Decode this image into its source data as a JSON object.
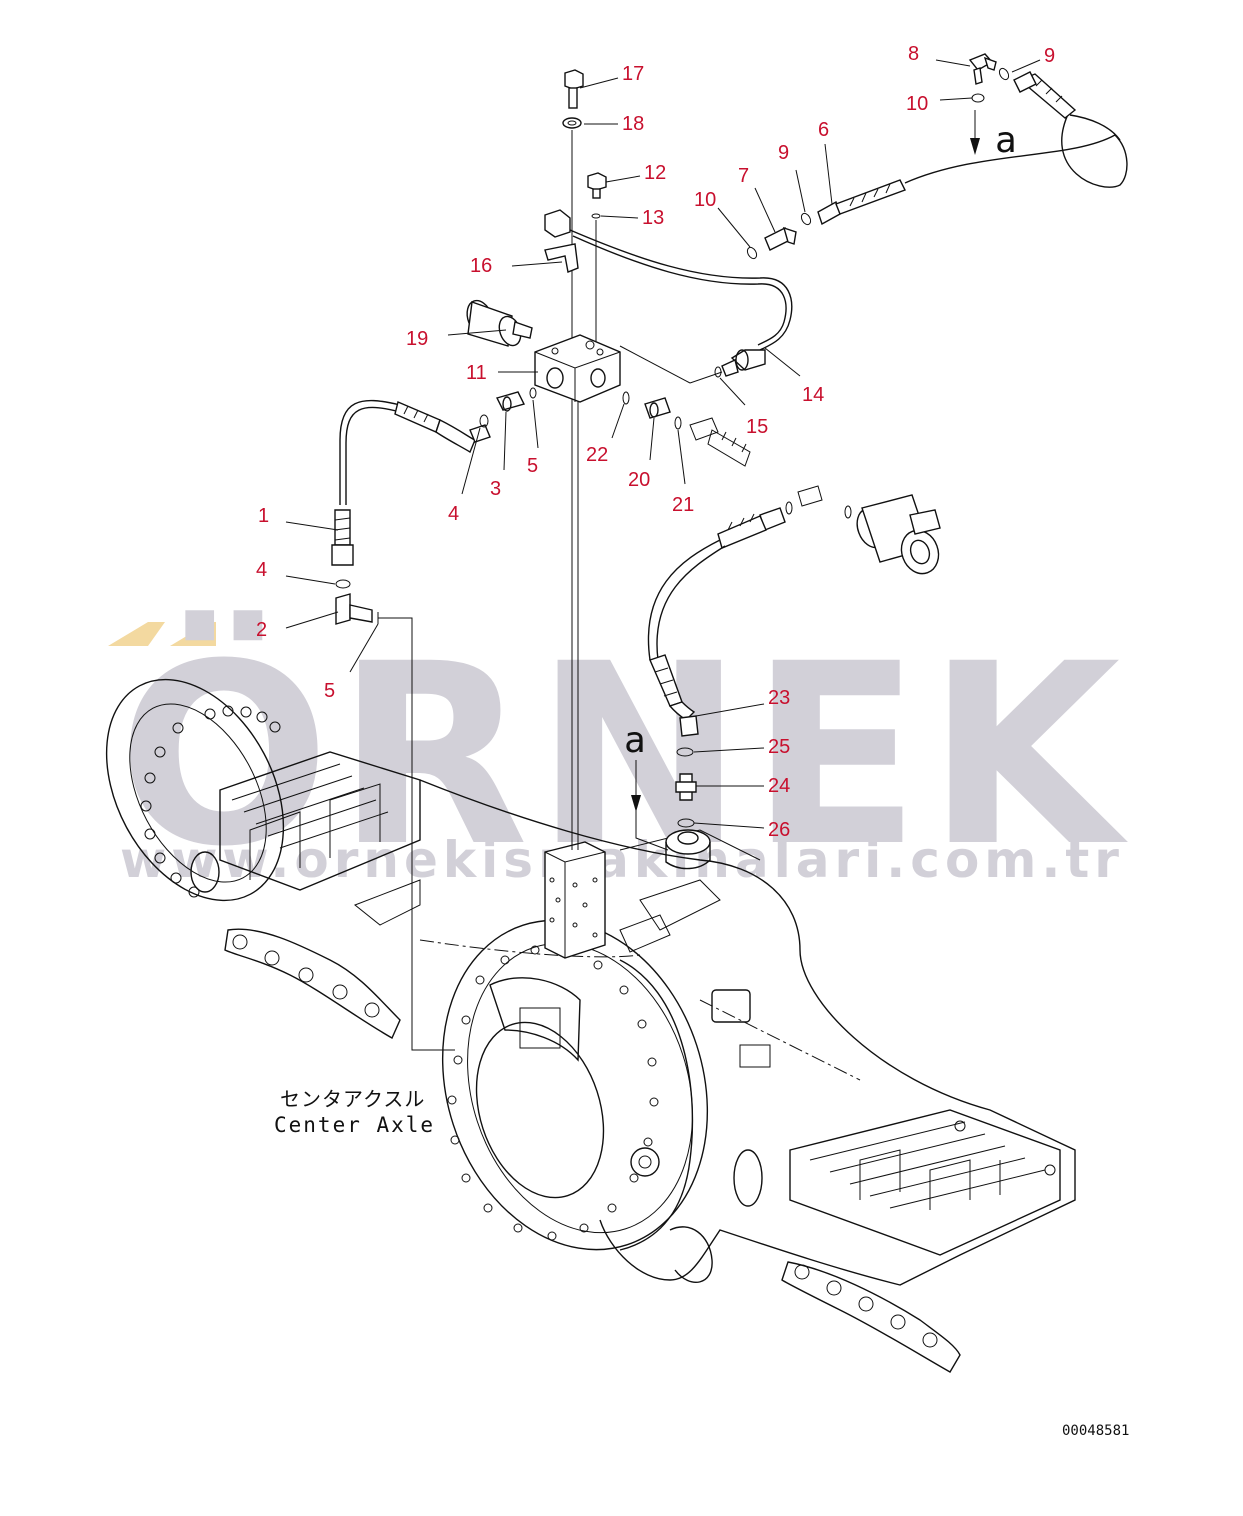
{
  "callouts": [
    {
      "label": "17"
    },
    {
      "label": "18"
    },
    {
      "label": "12"
    },
    {
      "label": "13"
    },
    {
      "label": "8"
    },
    {
      "label": "9"
    },
    {
      "label": "10"
    },
    {
      "label": "6"
    },
    {
      "label": "9"
    },
    {
      "label": "7"
    },
    {
      "label": "10"
    },
    {
      "label": "16"
    },
    {
      "label": "19"
    },
    {
      "label": "11"
    },
    {
      "label": "14"
    },
    {
      "label": "15"
    },
    {
      "label": "22"
    },
    {
      "label": "20"
    },
    {
      "label": "21"
    },
    {
      "label": "4"
    },
    {
      "label": "3"
    },
    {
      "label": "5"
    },
    {
      "label": "1"
    },
    {
      "label": "4"
    },
    {
      "label": "2"
    },
    {
      "label": "5"
    },
    {
      "label": "23"
    },
    {
      "label": "25"
    },
    {
      "label": "24"
    },
    {
      "label": "26"
    }
  ],
  "view_markers": {
    "top": "a",
    "bottom": "a"
  },
  "assembly_label": {
    "japanese": "センタアクスル",
    "english": "Center Axle"
  },
  "drawing_number": "00048581",
  "watermark": {
    "brand": "ÖRNEK",
    "url": "www.ornekismakinalari.com.tr"
  },
  "colors": {
    "callout": "#c8102e",
    "line_art": "#111111",
    "watermark_text": "#d2d0d8",
    "watermark_accent": "#f3d9a0"
  }
}
